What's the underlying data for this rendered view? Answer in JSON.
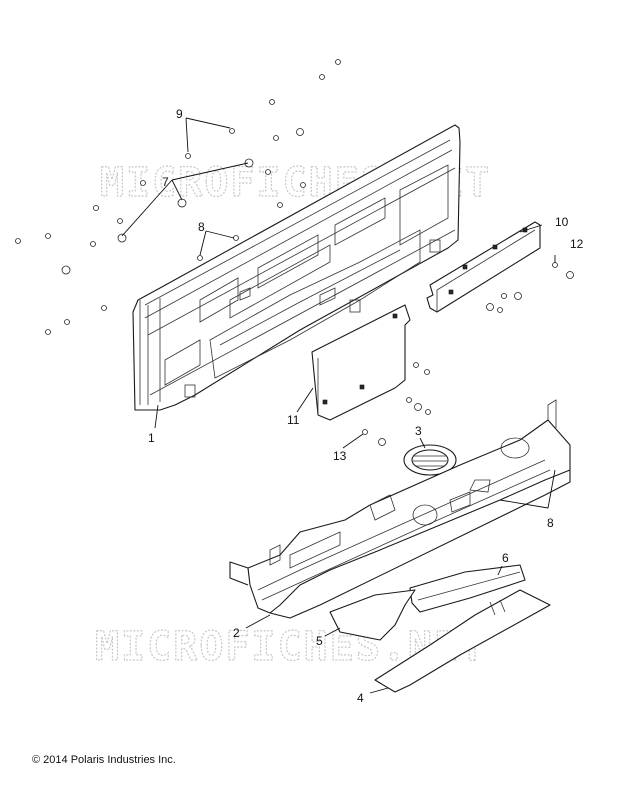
{
  "watermarks": [
    "MICROFICHES.NET",
    "MICROFICHES.NET"
  ],
  "callouts": [
    {
      "id": "1",
      "label": "1"
    },
    {
      "id": "2",
      "label": "2"
    },
    {
      "id": "3",
      "label": "3"
    },
    {
      "id": "4",
      "label": "4"
    },
    {
      "id": "5",
      "label": "5"
    },
    {
      "id": "6",
      "label": "6"
    },
    {
      "id": "7",
      "label": "7"
    },
    {
      "id": "8a",
      "label": "8"
    },
    {
      "id": "8b",
      "label": "8"
    },
    {
      "id": "9",
      "label": "9"
    },
    {
      "id": "10",
      "label": "10"
    },
    {
      "id": "11",
      "label": "11"
    },
    {
      "id": "12",
      "label": "12"
    },
    {
      "id": "13",
      "label": "13"
    }
  ],
  "copyright": "© 2014 Polaris Industries Inc."
}
